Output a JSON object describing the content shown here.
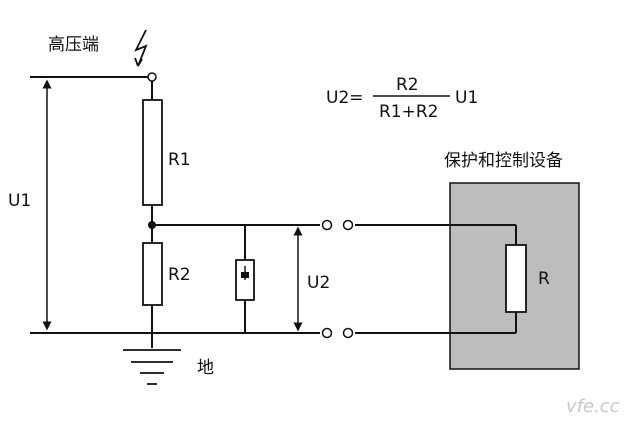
{
  "labels": {
    "high_voltage_end": "高压端",
    "ground": "地",
    "r1": "R1",
    "r2": "R2",
    "u1": "U1",
    "u2": "U2",
    "r": "R",
    "device": "保护和控制设备"
  },
  "formula": {
    "lhs": "U2=",
    "numerator": "R2",
    "denominator": "R1+R2",
    "rhs": "U1"
  },
  "watermark": "vfe.cc",
  "colors": {
    "line": "#111111",
    "device_box_fill": "#bdbdbd",
    "resistor_fill": "#ffffff"
  }
}
